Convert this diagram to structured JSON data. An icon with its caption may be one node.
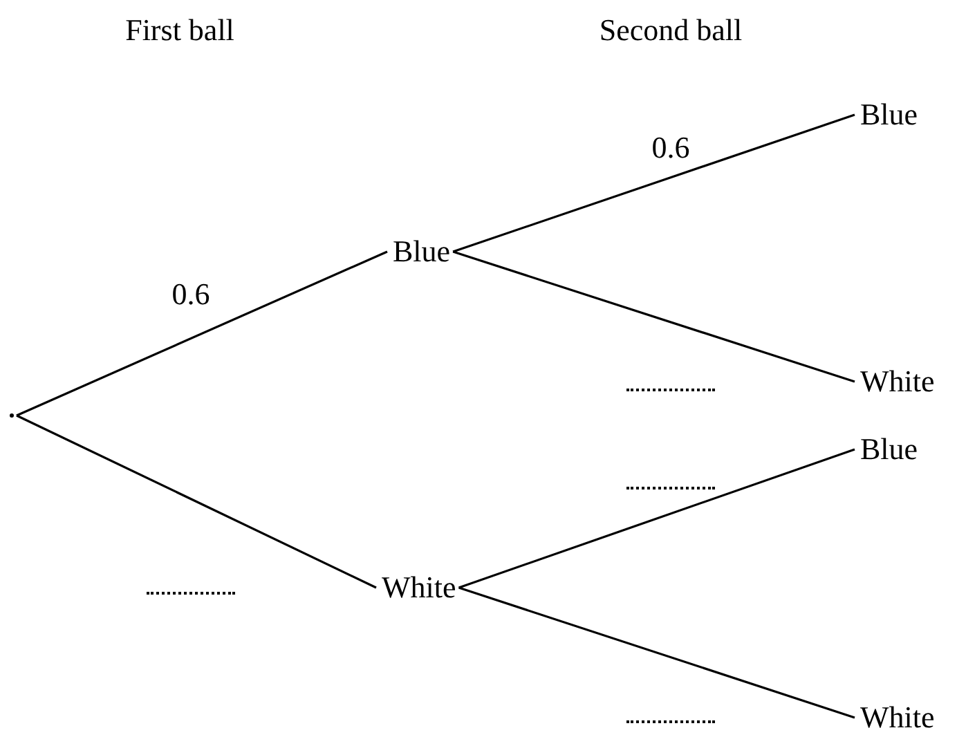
{
  "diagram": {
    "nodes": [
      {
        "text": [],
        "shape": "point"
      },
      {
        "text": [
          "Blue"
        ]
      },
      {
        "text": [
          "White"
        ]
      },
      {
        "text": [
          "Blue"
        ]
      },
      {
        "text": [
          "White"
        ]
      },
      {
        "text": [
          "Blue"
        ]
      },
      {
        "text": [
          "White"
        ]
      }
    ],
    "edges": [
      {
        "from": 0,
        "to": 1,
        "arrow": "none",
        "label": "0.6"
      },
      {
        "from": 0,
        "to": 2,
        "arrow": "none"
      },
      {
        "from": 1,
        "to": 3,
        "arrow": "none",
        "label": "0.6"
      },
      {
        "from": 1,
        "to": 4,
        "arrow": "none"
      },
      {
        "from": 2,
        "to": 5,
        "arrow": "none"
      },
      {
        "from": 2,
        "to": 6,
        "arrow": "none"
      }
    ],
    "labels": [
      "First ball",
      "Second ball"
    ]
  }
}
